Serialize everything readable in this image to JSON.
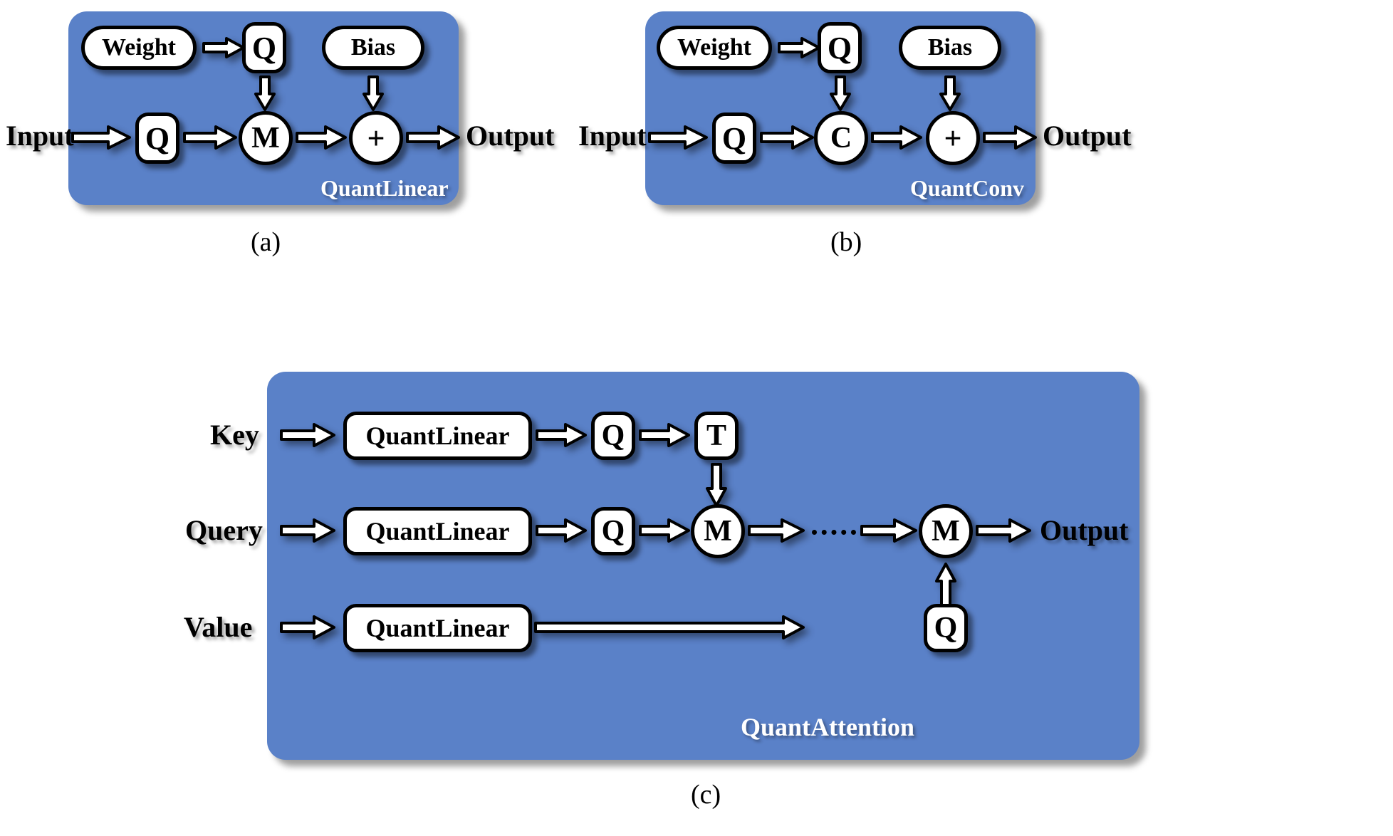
{
  "figure": {
    "background": "#ffffff",
    "panel_color": "#5a81c8",
    "node_fill": "#ffffff",
    "node_stroke": "#000000",
    "panel_label_color": "#ffffff"
  },
  "panels": [
    {
      "id": "a",
      "caption": "(a)",
      "name": "QuantLinear",
      "inputs": {
        "left": "Input",
        "top_left": "Weight",
        "top_right": "Bias"
      },
      "output": "Output",
      "nodes": [
        {
          "id": "wq",
          "label": "Q",
          "shape": "rounded-rect"
        },
        {
          "id": "inq",
          "label": "Q",
          "shape": "rounded-rect"
        },
        {
          "id": "mul",
          "label": "M",
          "shape": "circle"
        },
        {
          "id": "add",
          "label": "+",
          "shape": "circle"
        }
      ]
    },
    {
      "id": "b",
      "caption": "(b)",
      "name": "QuantConv",
      "inputs": {
        "left": "Input",
        "top_left": "Weight",
        "top_right": "Bias"
      },
      "output": "Output",
      "nodes": [
        {
          "id": "wq",
          "label": "Q",
          "shape": "rounded-rect"
        },
        {
          "id": "inq",
          "label": "Q",
          "shape": "rounded-rect"
        },
        {
          "id": "conv",
          "label": "C",
          "shape": "circle"
        },
        {
          "id": "add",
          "label": "+",
          "shape": "circle"
        }
      ]
    },
    {
      "id": "c",
      "caption": "(c)",
      "name": "QuantAttention",
      "inputs": {
        "row1": "Key",
        "row2": "Query",
        "row3": "Value"
      },
      "output": "Output",
      "nodes": [
        {
          "id": "k_lin",
          "label": "QuantLinear",
          "shape": "rounded-rect"
        },
        {
          "id": "k_q",
          "label": "Q",
          "shape": "rounded-rect"
        },
        {
          "id": "k_t",
          "label": "T",
          "shape": "rounded-rect"
        },
        {
          "id": "q_lin",
          "label": "QuantLinear",
          "shape": "rounded-rect"
        },
        {
          "id": "q_q",
          "label": "Q",
          "shape": "rounded-rect"
        },
        {
          "id": "m1",
          "label": "M",
          "shape": "circle"
        },
        {
          "id": "m2",
          "label": "M",
          "shape": "circle"
        },
        {
          "id": "v_lin",
          "label": "QuantLinear",
          "shape": "rounded-rect"
        },
        {
          "id": "v_q",
          "label": "Q",
          "shape": "rounded-rect"
        }
      ],
      "ellipsis": "·····"
    }
  ]
}
